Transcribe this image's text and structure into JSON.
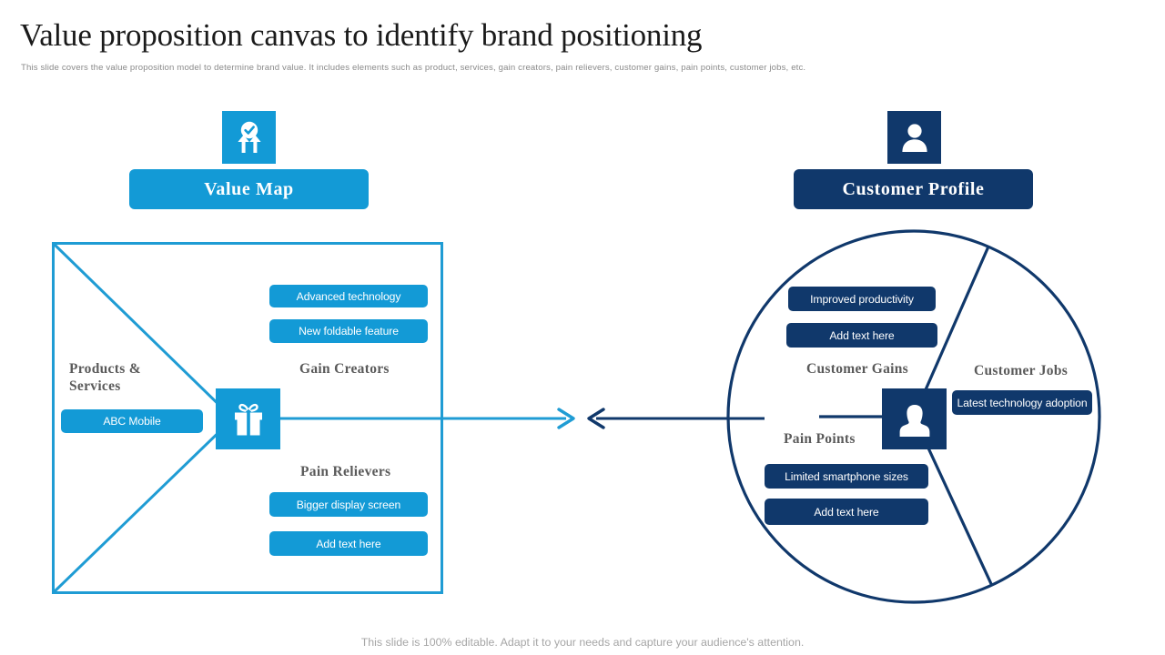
{
  "slide": {
    "title": "Value proposition canvas to identify brand positioning",
    "subtitle": "This slide covers the value proposition model to determine brand value. It includes elements such as product, services, gain creators, pain relievers, customer gains, pain points, customer jobs, etc.",
    "footer": "This slide is 100% editable. Adapt it to your needs and capture your audience's attention."
  },
  "colors": {
    "light_blue": "#139ad6",
    "navy": "#10386b",
    "square_border": "#1f9cd4",
    "label_gray": "#5a5a5a",
    "subtitle_gray": "#8a8a8a",
    "footer_gray": "#a6a6a6"
  },
  "value_map": {
    "banner_label": "Value Map",
    "header_icon": "growth-check-icon",
    "center_icon": "gift-icon",
    "sections": {
      "products_services": {
        "label": "Products & Services",
        "items": [
          {
            "text": "ABC Mobile"
          }
        ]
      },
      "gain_creators": {
        "label": "Gain Creators",
        "items": [
          {
            "text": "Advanced technology"
          },
          {
            "text": "New foldable feature"
          }
        ]
      },
      "pain_relievers": {
        "label": "Pain Relievers",
        "items": [
          {
            "text": "Bigger display screen"
          },
          {
            "text": "Add text here"
          }
        ]
      }
    }
  },
  "customer_profile": {
    "banner_label": "Customer Profile",
    "header_icon": "person-icon",
    "center_icon": "person-icon",
    "sections": {
      "customer_gains": {
        "label": "Customer Gains",
        "items": [
          {
            "text": "Improved productivity"
          },
          {
            "text": "Add text here"
          }
        ]
      },
      "customer_jobs": {
        "label": "Customer Jobs",
        "items": [
          {
            "text": "Latest technology adoption"
          }
        ]
      },
      "pain_points": {
        "label": "Pain Points",
        "items": [
          {
            "text": "Limited smartphone sizes"
          },
          {
            "text": "Add text here"
          }
        ]
      }
    }
  },
  "connector": {
    "left_arrow_icon": "arrow-right-icon",
    "right_arrow_icon": "arrow-left-icon"
  }
}
